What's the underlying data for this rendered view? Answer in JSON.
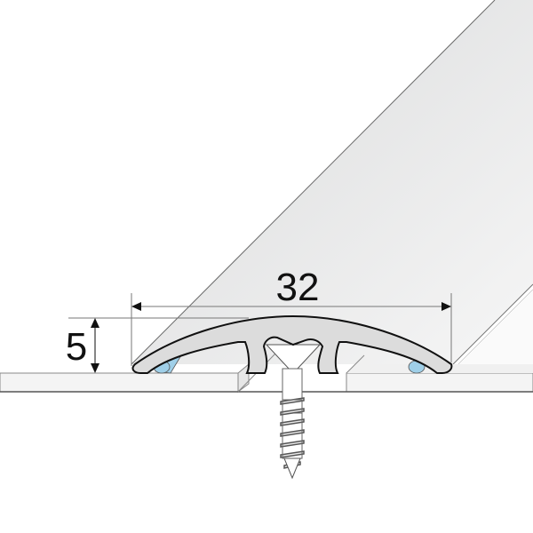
{
  "diagram": {
    "subject": "floor transition profile cross-section",
    "dimensions": {
      "width_label": "32",
      "height_label": "5"
    },
    "components": {
      "profile": "curved aluminium transition strip",
      "screw": "countersunk screw",
      "adhesive_pads": "blue adhesive/seal strips",
      "floors": "left and right floor boards"
    },
    "colors": {
      "background": "#ffffff",
      "profile_fill": "#dcdcdc",
      "outline": "#111111",
      "plane_shade": "#e4e5e6",
      "floor_fill": "#f4f4f4",
      "adhesive": "#9fcfe8"
    }
  }
}
